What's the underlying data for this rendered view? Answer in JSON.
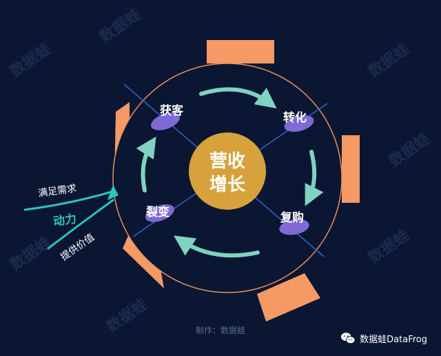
{
  "center": {
    "line1": "营收",
    "line2": "增长"
  },
  "stages": {
    "acquire": "获客",
    "convert": "转化",
    "repurchase": "复购",
    "fission": "裂变"
  },
  "inputs": {
    "top_label": "满足需求",
    "middle_label": "动力",
    "bottom_label": "提供价值"
  },
  "footer": {
    "credit": "制作：数据蛙"
  },
  "brand": {
    "name": "数据蛙DataFrog",
    "icon": "wechat-icon"
  },
  "watermark": {
    "text": "数据蛙"
  },
  "colors": {
    "background": "#0b1633",
    "ring": "#e8935a",
    "orange_block": "#f59a64",
    "hub": "#d7a23c",
    "node": "#7e6ad4",
    "arrow": "#7fd3c0",
    "axis": "#2c66c9",
    "input_arrow": "#2cc4c0"
  }
}
